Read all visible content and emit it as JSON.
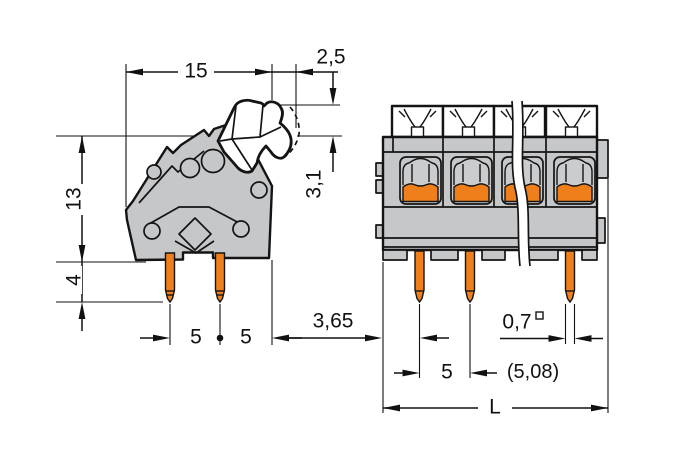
{
  "side_view": {
    "overall_width": "15",
    "lever_projection": "2,5",
    "overall_height": "13",
    "lever_stroke": "3,1",
    "pin_length": "4",
    "pin_spacing_left": "5",
    "pin_spacing_right": "5"
  },
  "front_view": {
    "left_edge_to_first_pin": "3,65",
    "pin_cross_section": "0,7",
    "pin_pitch": "5",
    "pin_pitch_alternative": "(5,08)",
    "overall_length": "L"
  },
  "colors": {
    "body_gray": "#c6c7c9",
    "clamp_gray": "#cbccce",
    "clamp_orange": "#ee7f1b",
    "outline": "#141414",
    "dimension": "#111111",
    "background": "#ffffff"
  }
}
